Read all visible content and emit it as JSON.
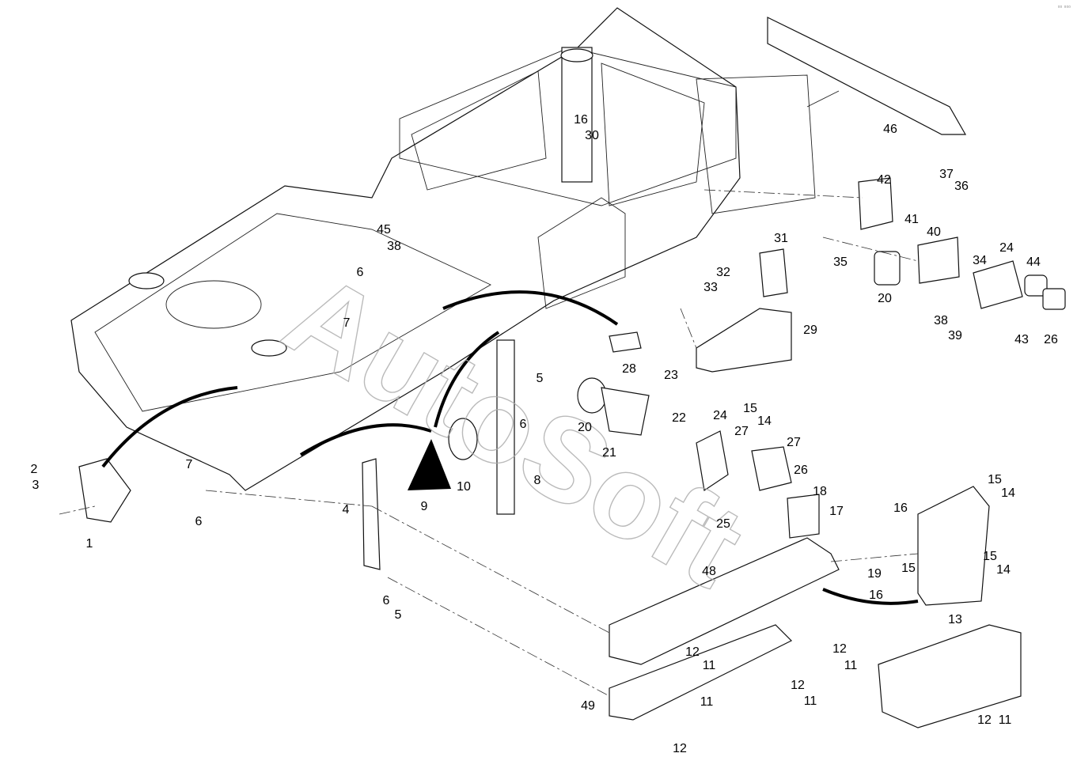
{
  "diagram": {
    "watermark": "AutoSoft",
    "callouts": [
      "46",
      "16",
      "30",
      "42",
      "37",
      "36",
      "45",
      "38",
      "31",
      "41",
      "40",
      "35",
      "34",
      "24",
      "44",
      "32",
      "33",
      "20",
      "6",
      "7",
      "38",
      "39",
      "43",
      "26",
      "29",
      "28",
      "23",
      "5",
      "15",
      "14",
      "6",
      "20",
      "22",
      "24",
      "27",
      "27",
      "21",
      "26",
      "2",
      "3",
      "7",
      "10",
      "18",
      "15",
      "14",
      "8",
      "6",
      "9",
      "4",
      "17",
      "16",
      "25",
      "1",
      "15",
      "15",
      "14",
      "48",
      "19",
      "16",
      "6",
      "5",
      "13",
      "12",
      "11",
      "12",
      "11",
      "12",
      "11",
      "49",
      "11",
      "12",
      "12",
      "11"
    ],
    "colors": {
      "line": "#111111",
      "watermark": "#aaaaaa",
      "background": "#ffffff"
    }
  }
}
